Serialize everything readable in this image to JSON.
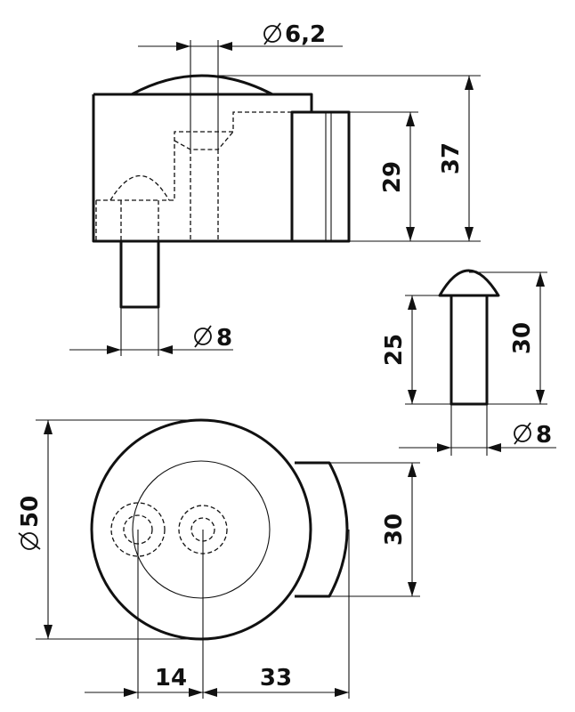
{
  "dimensions": {
    "side_bore_diameter": {
      "symbol": "⌀",
      "value": "6,2"
    },
    "side_overall_height": "37",
    "side_body_height": "29",
    "side_pin_diameter": {
      "symbol": "⌀",
      "value": "8"
    },
    "rivet_shank_length": "25",
    "rivet_overall_length": "30",
    "rivet_diameter": {
      "symbol": "⌀",
      "value": "8"
    },
    "top_outer_diameter": {
      "symbol": "⌀",
      "value": "50"
    },
    "top_tab_width": "30",
    "top_hole_spacing": "14",
    "top_hole_to_tab": "33"
  }
}
